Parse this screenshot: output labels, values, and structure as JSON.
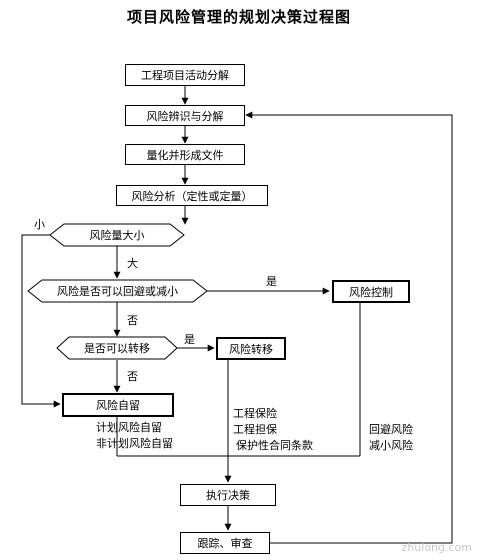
{
  "title": "项目风险管理的规划决策过程图",
  "nodes": {
    "decompose": "工程项目活动分解",
    "identify": "风险辨识与分解",
    "quantify": "量化并形成文件",
    "analyze": "风险分析（定性或定量）",
    "size_decision": "风险量大小",
    "reduce_decision": "风险是否可以回避或减小",
    "control": "风险控制",
    "transfer_decision": "是否可以转移",
    "transfer": "风险转移",
    "retain": "风险自留",
    "execute": "执行决策",
    "track": "跟踪、审查"
  },
  "edge_labels": {
    "small": "小",
    "large": "大",
    "yes1": "是",
    "no1": "否",
    "yes2": "是",
    "no2": "否"
  },
  "notes": {
    "retain_lines": [
      "计划风险自留",
      "非计划风险自留"
    ],
    "transfer_lines": [
      "工程保险",
      "工程担保",
      "保护性合同条款"
    ],
    "control_lines": [
      "回避风险",
      "减小风险"
    ]
  },
  "watermark": "zhulong.com"
}
